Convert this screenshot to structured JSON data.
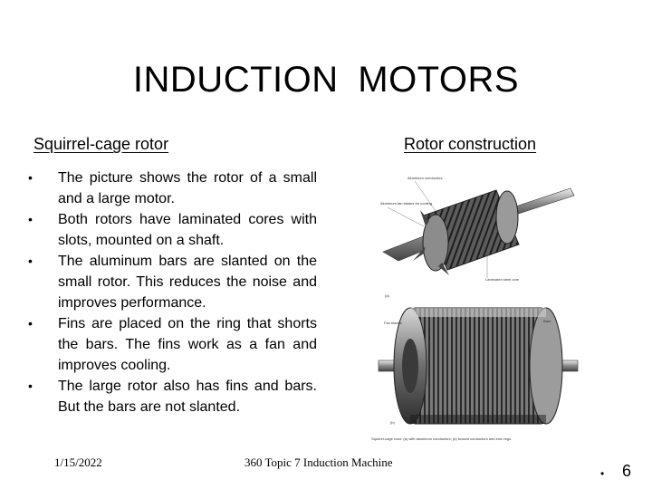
{
  "slide": {
    "title": "INDUCTION  MOTORS",
    "left_heading": "Squirrel-cage rotor",
    "right_heading": "Rotor construction",
    "bullets": [
      "The picture shows the rotor of a small and a large motor.",
      "Both rotors have laminated cores with slots, mounted on a shaft.",
      "The aluminum bars are slanted on the small rotor. This reduces the noise and improves performance.",
      "Fins are placed on the ring that shorts the bars. The fins work as a fan and improves cooling.",
      "The large rotor also has fins and bars. But the bars are not slanted."
    ],
    "bullet_marker": "•"
  },
  "figure": {
    "labels": {
      "small_top": "Aluminum conductors",
      "small_left": "Aluminum fan blades for cooling",
      "small_right": "Laminated steel core",
      "small_part": "(a)",
      "large_part": "(b)",
      "large_left": "Fan blades",
      "large_right": "Bars"
    },
    "caption": "Squirrel-cage rotor: (a) with aluminum conductors; (b) brazed conductors and end rings."
  },
  "footer": {
    "date": "1/15/2022",
    "center": "360 Topic 7 Induction Machine",
    "bullet": "•",
    "page": "6"
  },
  "colors": {
    "text": "#000000",
    "background": "#ffffff",
    "rotor_metal": "#6e6e6e"
  }
}
